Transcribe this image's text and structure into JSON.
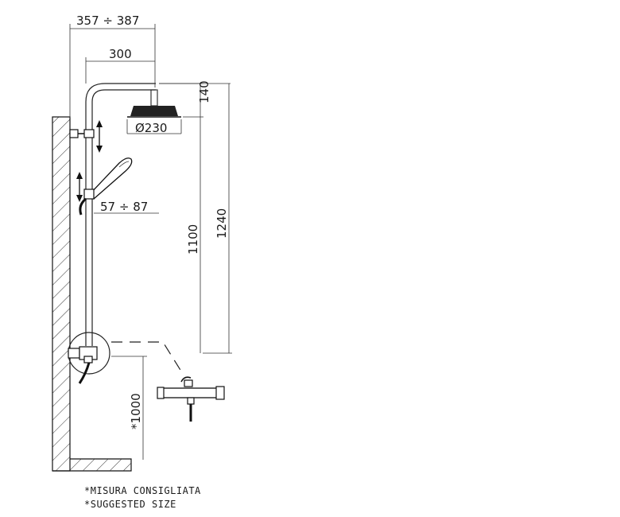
{
  "dimensions": {
    "arm_total": "357 ÷ 387",
    "arm_length": "300",
    "head_height": "140",
    "head_diameter": "Ø230",
    "handshower_adjust": "57 ÷ 87",
    "column_height": "1100",
    "total_height": "1240",
    "mixer_height": "*1000"
  },
  "notes": {
    "it": "*MISURA CONSIGLIATA",
    "en": "*SUGGESTED SIZE"
  }
}
